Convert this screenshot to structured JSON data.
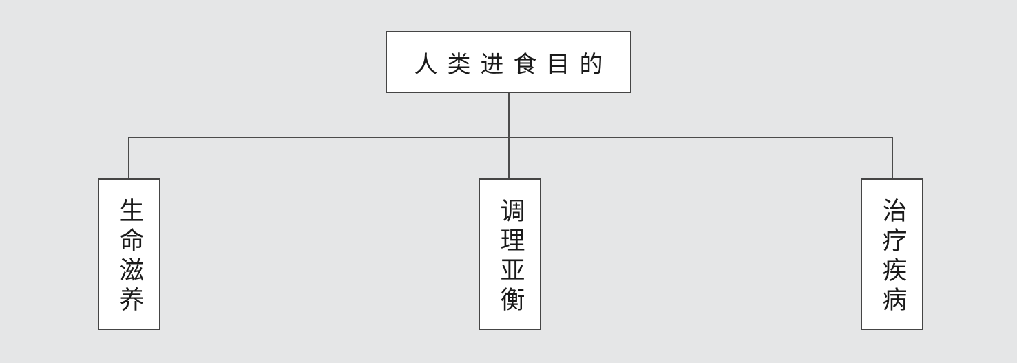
{
  "diagram": {
    "type": "hierarchy",
    "root": {
      "id": "human-eating-purpose",
      "label": "人类进食目的"
    },
    "children": [
      {
        "id": "life-nourishment",
        "label": "生命滋养"
      },
      {
        "id": "regulate-subhealth",
        "label": "调理亚衡"
      },
      {
        "id": "treat-disease",
        "label": "治疗疾病"
      }
    ]
  },
  "colors": {
    "background": "#e5e6e7",
    "box_fill": "#ffffff",
    "box_border": "#454545",
    "connector_line": "#4b4b4b",
    "text": "#1a1a1a"
  }
}
